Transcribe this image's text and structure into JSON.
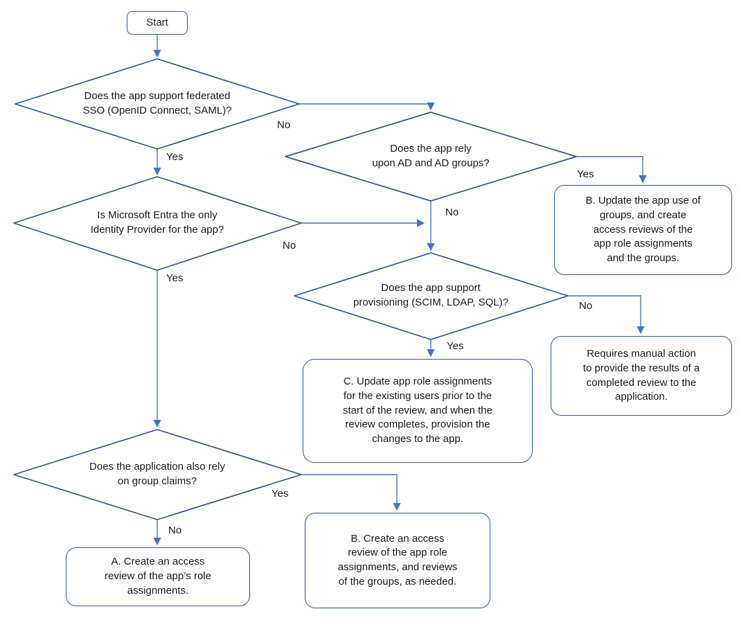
{
  "colors": {
    "node_border": "#2F5597",
    "connector": "#4472C4",
    "text": "#1a1a1a",
    "background": "#ffffff"
  },
  "nodes": {
    "start": {
      "label": "Start"
    },
    "q_federated_sso": {
      "label": "Does the app support federated\nSSO (OpenID Connect, SAML)?"
    },
    "q_entra_only_idp": {
      "label": "Is Microsoft Entra the only\nIdentity Provider for the app?"
    },
    "q_ad_groups": {
      "label": "Does the app rely\nupon AD and AD groups?"
    },
    "q_provisioning": {
      "label": "Does the app support\nprovisioning (SCIM, LDAP, SQL)?"
    },
    "q_group_claims": {
      "label": "Does the application also rely\non group claims?"
    },
    "out_b_update_groups": {
      "label": "B. Update the app use of\ngroups, and create\naccess reviews of the\napp role assignments\nand the groups."
    },
    "out_manual_action": {
      "label": "Requires manual action\nto provide the results of a\ncompleted review to the\napplication."
    },
    "out_c_update_assignments": {
      "label": "C. Update app role assignments\nfor the existing users prior to the\nstart of the review, and when the\nreview completes, provision the\nchanges to the app."
    },
    "out_a_access_review": {
      "label": "A. Create an access\nreview of the app’s role\nassignments."
    },
    "out_b_access_review": {
      "label": "B. Create an access\nreview of the app role\nassignments, and reviews\nof the groups, as needed."
    }
  },
  "edge_labels": {
    "federated_sso_yes": "Yes",
    "federated_sso_no": "No",
    "entra_only_idp_yes": "Yes",
    "entra_only_idp_no": "No",
    "ad_groups_yes": "Yes",
    "ad_groups_no": "No",
    "provisioning_yes": "Yes",
    "provisioning_no": "No",
    "group_claims_yes": "Yes",
    "group_claims_no": "No"
  }
}
